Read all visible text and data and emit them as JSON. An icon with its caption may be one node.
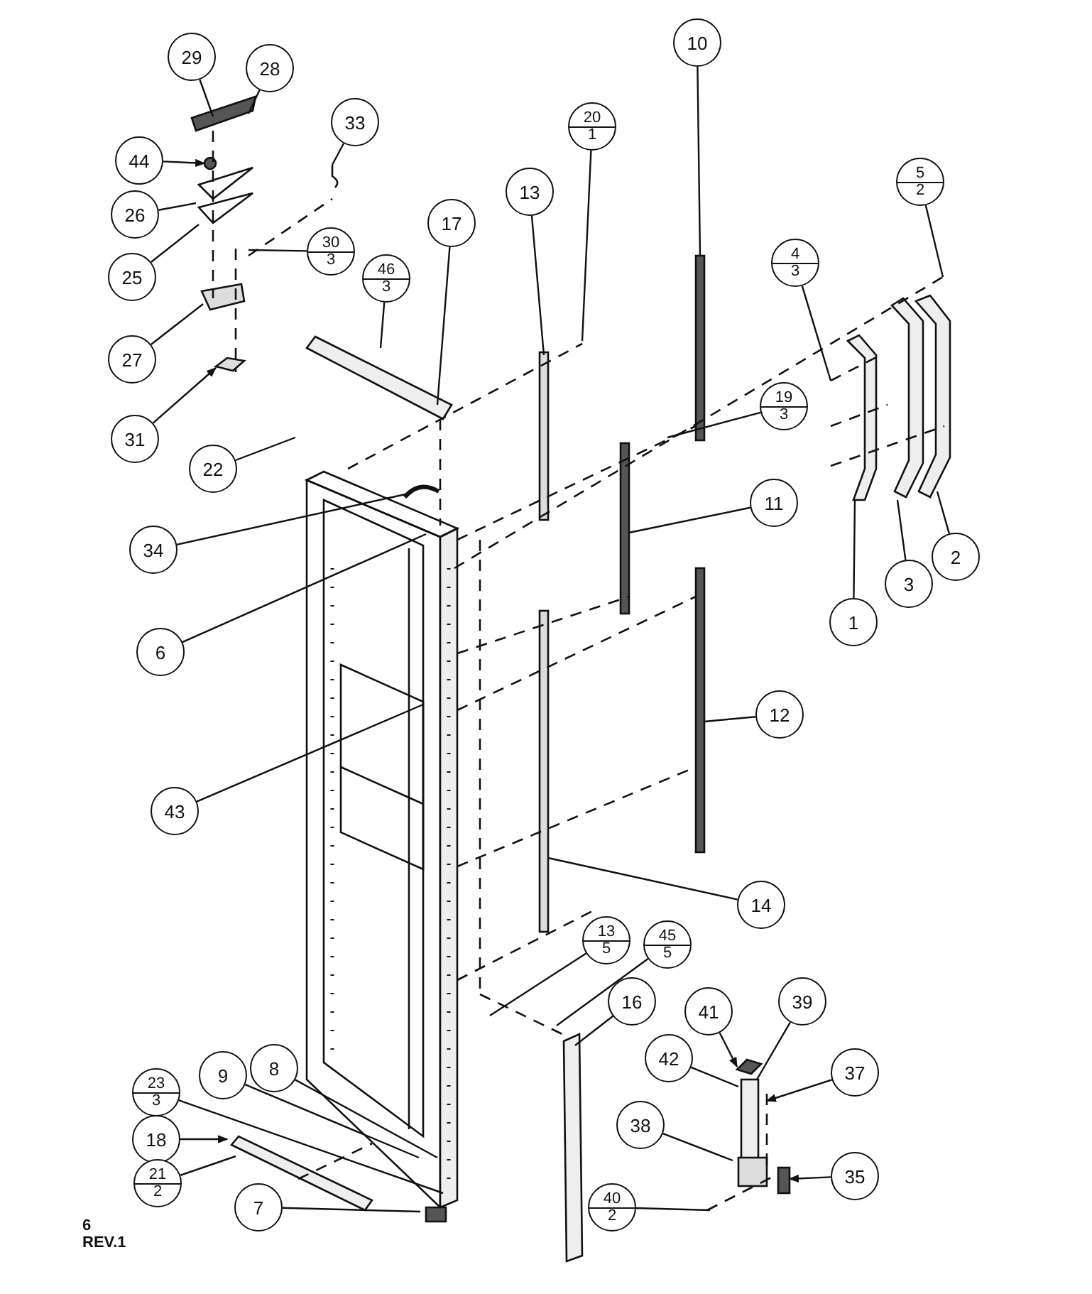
{
  "diagram": {
    "nodes": [
      {
        "text": [
          "29"
        ]
      },
      {
        "text": [
          "28"
        ]
      },
      {
        "text": [
          "44"
        ]
      },
      {
        "text": [
          "26"
        ]
      },
      {
        "text": [
          "25"
        ]
      },
      {
        "text": [
          "33"
        ]
      },
      {
        "text": [
          "30",
          "3"
        ]
      },
      {
        "text": [
          "46",
          "3"
        ]
      },
      {
        "text": [
          "17"
        ]
      },
      {
        "text": [
          "27"
        ]
      },
      {
        "text": [
          "31"
        ]
      },
      {
        "text": [
          "22"
        ]
      },
      {
        "text": [
          "34"
        ]
      },
      {
        "text": [
          "6"
        ]
      },
      {
        "text": [
          "43"
        ]
      },
      {
        "text": [
          "13"
        ]
      },
      {
        "text": [
          "20",
          "1"
        ]
      },
      {
        "text": [
          "10"
        ]
      },
      {
        "text": [
          "4",
          "3"
        ]
      },
      {
        "text": [
          "5",
          "2"
        ]
      },
      {
        "text": [
          "19",
          "3"
        ]
      },
      {
        "text": [
          "11"
        ]
      },
      {
        "text": [
          "1"
        ]
      },
      {
        "text": [
          "3"
        ]
      },
      {
        "text": [
          "2"
        ]
      },
      {
        "text": [
          "12"
        ]
      },
      {
        "text": [
          "14"
        ]
      },
      {
        "text": [
          "13",
          "5"
        ]
      },
      {
        "text": [
          "45",
          "5"
        ]
      },
      {
        "text": [
          "16"
        ]
      },
      {
        "text": [
          "41"
        ]
      },
      {
        "text": [
          "39"
        ]
      },
      {
        "text": [
          "42"
        ]
      },
      {
        "text": [
          "37"
        ]
      },
      {
        "text": [
          "38"
        ]
      },
      {
        "text": [
          "35"
        ]
      },
      {
        "text": [
          "40",
          "2"
        ]
      },
      {
        "text": [
          "9"
        ]
      },
      {
        "text": [
          "8"
        ]
      },
      {
        "text": [
          "23",
          "3"
        ]
      },
      {
        "text": [
          "18"
        ]
      },
      {
        "text": [
          "21",
          "2"
        ]
      },
      {
        "text": [
          "7"
        ]
      }
    ],
    "edges": [
      {
        "from": 0,
        "to": null,
        "arrow": "none"
      },
      {
        "from": 1,
        "to": null,
        "arrow": "none"
      },
      {
        "from": 2,
        "to": null,
        "arrow": "to"
      },
      {
        "from": 3,
        "to": null,
        "arrow": "none"
      },
      {
        "from": 4,
        "to": null,
        "arrow": "none"
      },
      {
        "from": 5,
        "to": null,
        "arrow": "none"
      },
      {
        "from": 6,
        "to": null,
        "arrow": "none"
      },
      {
        "from": 7,
        "to": null,
        "arrow": "none"
      },
      {
        "from": 8,
        "to": null,
        "arrow": "none"
      },
      {
        "from": 9,
        "to": null,
        "arrow": "none"
      },
      {
        "from": 10,
        "to": null,
        "arrow": "to"
      },
      {
        "from": 11,
        "to": null,
        "arrow": "none"
      },
      {
        "from": 12,
        "to": null,
        "arrow": "none"
      },
      {
        "from": 13,
        "to": null,
        "arrow": "none"
      },
      {
        "from": 14,
        "to": null,
        "arrow": "none"
      },
      {
        "from": 15,
        "to": null,
        "arrow": "none"
      },
      {
        "from": 16,
        "to": null,
        "arrow": "none"
      },
      {
        "from": 17,
        "to": null,
        "arrow": "none"
      },
      {
        "from": 18,
        "to": null,
        "arrow": "none"
      },
      {
        "from": 19,
        "to": null,
        "arrow": "none"
      },
      {
        "from": 20,
        "to": null,
        "arrow": "none"
      },
      {
        "from": 21,
        "to": null,
        "arrow": "none"
      },
      {
        "from": 22,
        "to": null,
        "arrow": "none"
      },
      {
        "from": 23,
        "to": null,
        "arrow": "none"
      },
      {
        "from": 24,
        "to": null,
        "arrow": "none"
      },
      {
        "from": 25,
        "to": null,
        "arrow": "none"
      },
      {
        "from": 26,
        "to": null,
        "arrow": "none"
      },
      {
        "from": 27,
        "to": null,
        "arrow": "none"
      },
      {
        "from": 28,
        "to": null,
        "arrow": "none"
      },
      {
        "from": 29,
        "to": null,
        "arrow": "none"
      },
      {
        "from": 30,
        "to": null,
        "arrow": "to"
      },
      {
        "from": 31,
        "to": null,
        "arrow": "none"
      },
      {
        "from": 32,
        "to": null,
        "arrow": "none"
      },
      {
        "from": 33,
        "to": null,
        "arrow": "to"
      },
      {
        "from": 34,
        "to": null,
        "arrow": "none"
      },
      {
        "from": 35,
        "to": null,
        "arrow": "to"
      },
      {
        "from": 36,
        "to": null,
        "arrow": "none"
      },
      {
        "from": 37,
        "to": null,
        "arrow": "none"
      },
      {
        "from": 38,
        "to": null,
        "arrow": "none"
      },
      {
        "from": 39,
        "to": null,
        "arrow": "none"
      },
      {
        "from": 40,
        "to": null,
        "arrow": "to"
      },
      {
        "from": 41,
        "to": null,
        "arrow": "none"
      },
      {
        "from": 42,
        "to": null,
        "arrow": "none"
      }
    ],
    "labels": [
      "6",
      "REV.1"
    ]
  }
}
